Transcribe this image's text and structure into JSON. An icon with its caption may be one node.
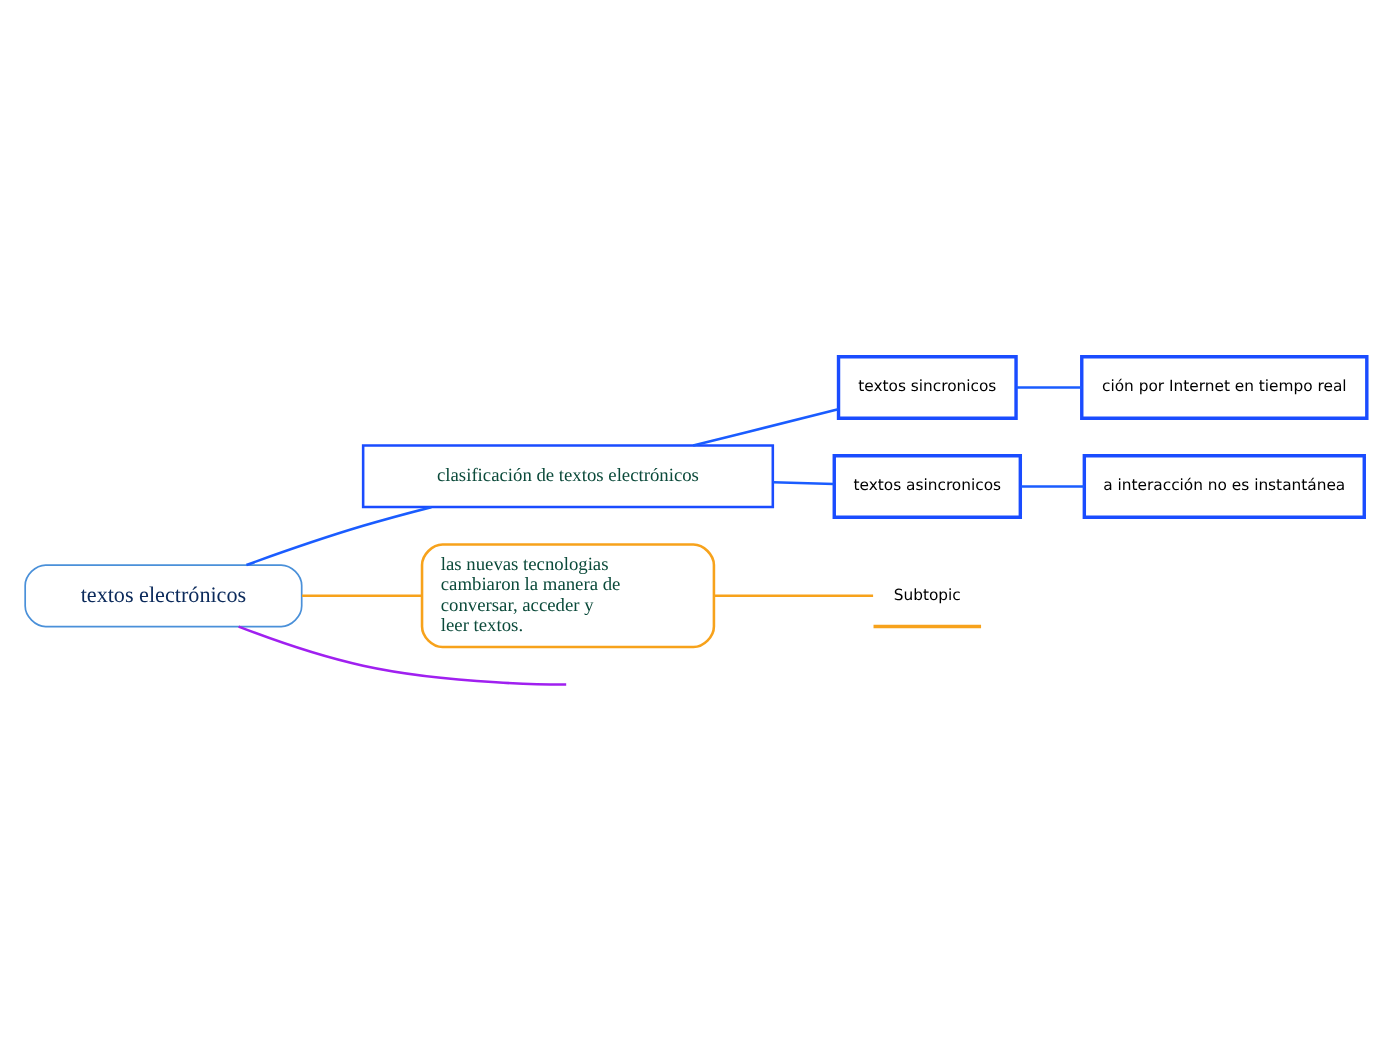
{
  "diagram": {
    "nodes": [
      {
        "text": [
          "textos electrónicos"
        ]
      },
      {
        "text": [
          "clasificación de textos electrónicos"
        ]
      },
      {
        "text": [
          "textos sincronicos"
        ]
      },
      {
        "text": [
          "textos asincronicos"
        ]
      },
      {
        "text": [
          "ción por Internet en tiempo real"
        ]
      },
      {
        "text": [
          "a interacción no es instantánea"
        ]
      },
      {
        "text": [
          "las nuevas tecnologias cambiaron la manera de conversar, acceder y leer textos."
        ]
      },
      {
        "text": [
          "Subtopic"
        ]
      }
    ],
    "edges": [
      {
        "from": 0,
        "to": 1,
        "arrow": "none"
      },
      {
        "from": 1,
        "to": 2,
        "arrow": "none"
      },
      {
        "from": 1,
        "to": 3,
        "arrow": "none"
      },
      {
        "from": 2,
        "to": 4,
        "arrow": "none"
      },
      {
        "from": 3,
        "to": 5,
        "arrow": "none"
      },
      {
        "from": 0,
        "to": 6,
        "arrow": "none",
        "color": "#f7a21b"
      },
      {
        "from": 6,
        "to": 7,
        "arrow": "none",
        "color": "#f7a21b"
      },
      {
        "from": 0,
        "to": null,
        "arrow": "none",
        "color": "#a020f0"
      }
    ]
  }
}
